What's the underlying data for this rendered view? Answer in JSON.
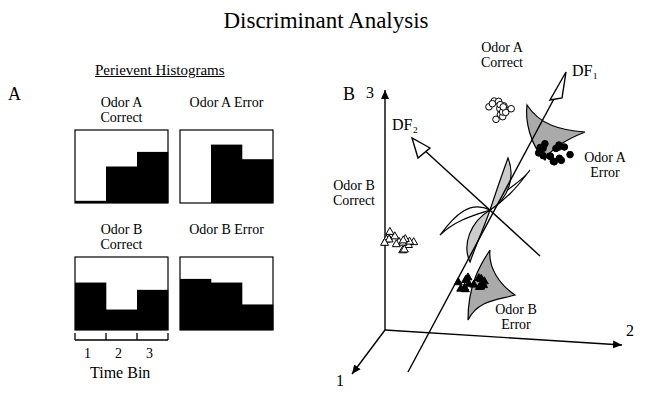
{
  "diagram": {
    "title": "Discriminant Analysis",
    "nodes": [
      {
        "text": [
          "Odor A Correct"
        ]
      },
      {
        "text": [
          "Odor A Error"
        ]
      },
      {
        "text": [
          "Odor B Correct"
        ]
      },
      {
        "text": [
          "Odor B Error"
        ]
      }
    ],
    "labels": [
      "A",
      "Perievent Histograms",
      "1",
      "2",
      "3",
      "Time Bin",
      "B",
      "3",
      "2",
      "1",
      "DF₁",
      "DF₂",
      "Odor A Correct",
      "Odor A Error",
      "Odor B Correct",
      "Odor B Error"
    ]
  }
}
